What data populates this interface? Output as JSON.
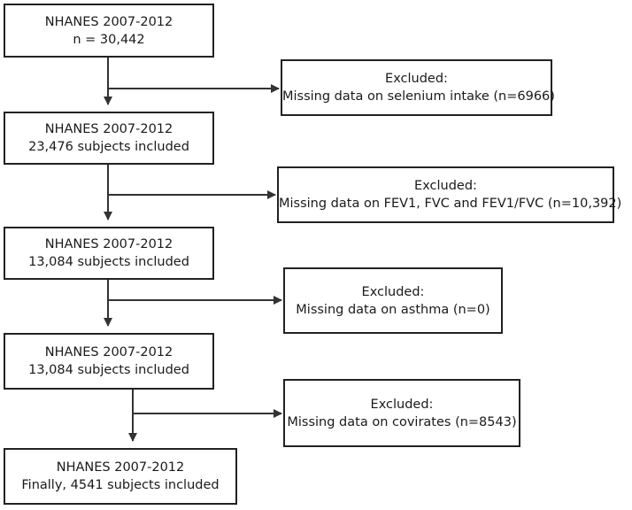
{
  "flowchart": {
    "steps": [
      {
        "line1": "NHANES 2007-2012",
        "line2": "n = 30,442"
      },
      {
        "line1": "NHANES 2007-2012",
        "line2": "23,476 subjects included"
      },
      {
        "line1": "NHANES 2007-2012",
        "line2": "13,084 subjects included"
      },
      {
        "line1": "NHANES 2007-2012",
        "line2": "13,084 subjects included"
      },
      {
        "line1": "NHANES 2007-2012",
        "line2": "Finally, 4541 subjects included"
      }
    ],
    "exclusions": [
      {
        "heading": "Excluded:",
        "detail": "Missing data on selenium intake (n=6966)"
      },
      {
        "heading": "Excluded:",
        "detail": "Missing data on FEV1, FVC and FEV1/FVC (n=10,392)"
      },
      {
        "heading": "Excluded:",
        "detail": "Missing data on asthma (n=0)"
      },
      {
        "heading": "Excluded:",
        "detail": "Missing data on covirates (n=8543)"
      }
    ]
  }
}
